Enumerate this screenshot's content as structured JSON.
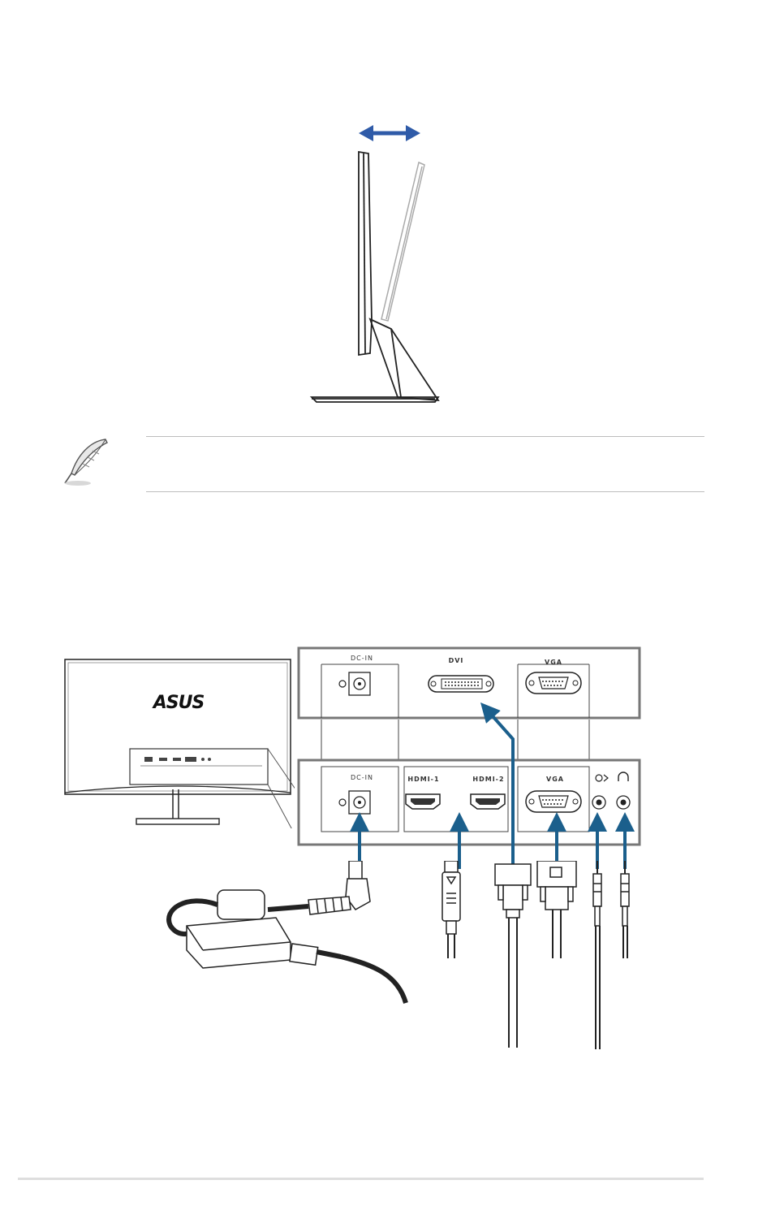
{
  "connector_panel": {
    "upper": {
      "dc_in_label": "DC-IN",
      "dvi_label": "DVI",
      "vga_label": "VGA"
    },
    "lower": {
      "dc_in_label": "DC-IN",
      "hdmi1_label": "HDMI-1",
      "hdmi2_label": "HDMI-2",
      "vga_label": "VGA"
    }
  },
  "monitor_back": {
    "brand": "ASUS"
  },
  "colors": {
    "tilt_arrow": "#2f5ba8",
    "connection_arrow": "#1b5f8c",
    "line_art": "#222222",
    "rule": "#bdbdbd"
  },
  "icons": {
    "note": "feather-pen-icon",
    "audio_in": "audio-in-icon",
    "headphone": "headphone-icon"
  }
}
